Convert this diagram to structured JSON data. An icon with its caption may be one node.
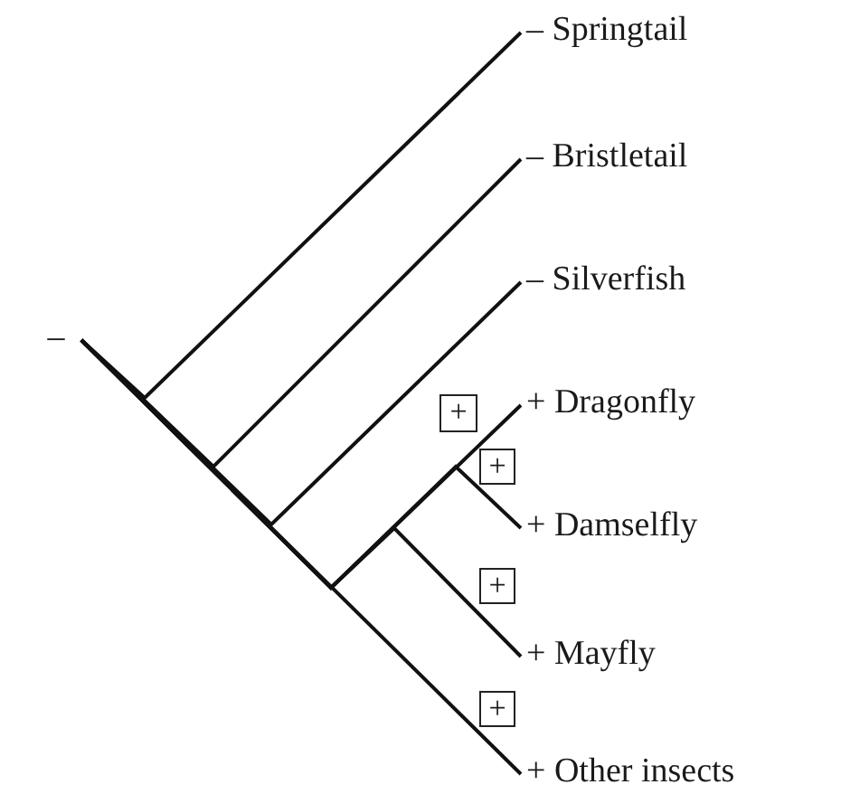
{
  "diagram": {
    "nodes": [
      {
        "text": [
          "– Springtail"
        ]
      },
      {
        "text": [
          "– Bristletail"
        ]
      },
      {
        "text": [
          "– Silverfish"
        ]
      },
      {
        "text": [
          "–"
        ]
      },
      {
        "text": [
          "+"
        ]
      },
      {
        "text": [
          "+ Dragonfly"
        ]
      },
      {
        "text": [
          "+"
        ]
      },
      {
        "text": [
          "+ Damselfly"
        ]
      },
      {
        "text": [
          "+"
        ]
      },
      {
        "text": [
          "+ Mayfly"
        ]
      },
      {
        "text": [
          "+"
        ]
      },
      {
        "text": [
          "+ Other insects"
        ]
      }
    ],
    "edges": [
      {
        "from": 3,
        "to": 0,
        "arrow": "none"
      },
      {
        "from": 3,
        "to": 1,
        "arrow": "none"
      },
      {
        "from": 3,
        "to": 2,
        "arrow": "none"
      },
      {
        "from": 3,
        "to": 5,
        "arrow": "none"
      },
      {
        "from": 3,
        "to": 7,
        "arrow": "none"
      },
      {
        "from": 3,
        "to": 9,
        "arrow": "none"
      },
      {
        "from": 3,
        "to": 11,
        "arrow": "none"
      }
    ]
  }
}
